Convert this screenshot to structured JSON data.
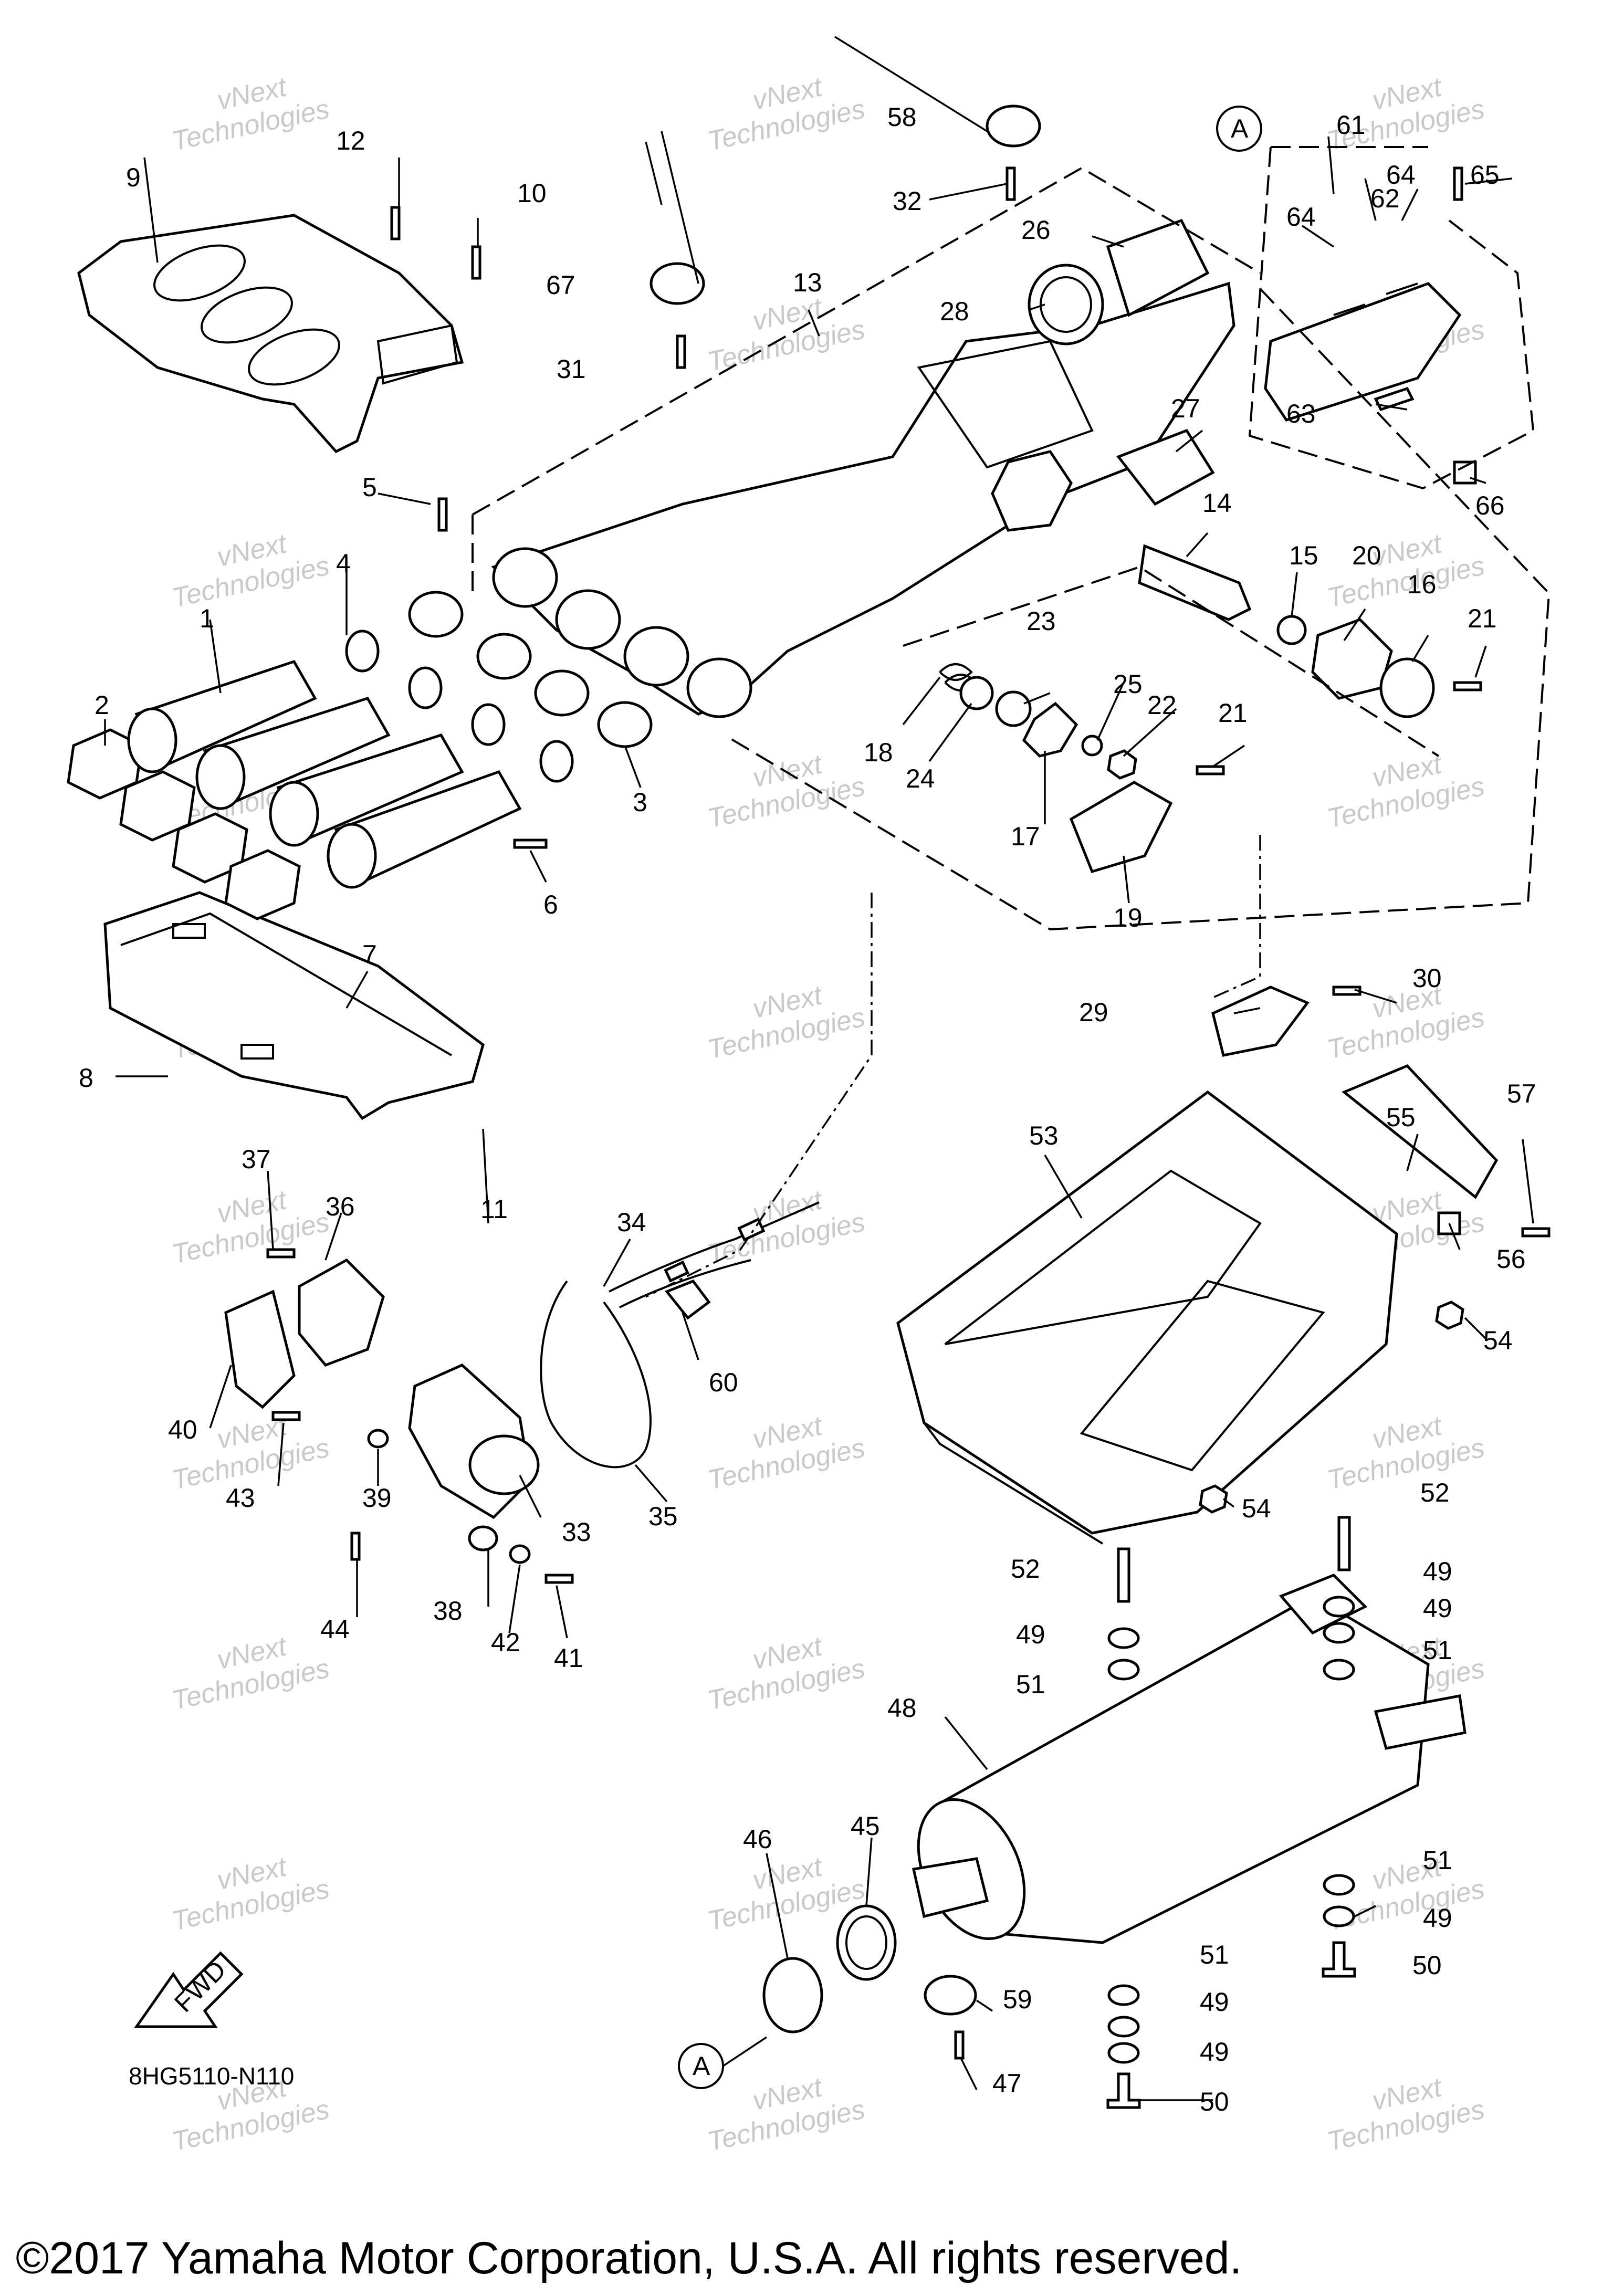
{
  "diagram": {
    "code": "8HG5110-N110",
    "copyright": "©2017 Yamaha Motor Corporation, U.S.A. All rights reserved.",
    "fwd_label": "FWD",
    "ref_marker": "A",
    "watermark": {
      "line1": "vNext",
      "line2": "Technologies"
    },
    "callouts": [
      {
        "n": "1"
      },
      {
        "n": "2"
      },
      {
        "n": "3"
      },
      {
        "n": "4"
      },
      {
        "n": "5"
      },
      {
        "n": "6"
      },
      {
        "n": "7"
      },
      {
        "n": "8"
      },
      {
        "n": "9"
      },
      {
        "n": "10"
      },
      {
        "n": "11"
      },
      {
        "n": "12"
      },
      {
        "n": "13"
      },
      {
        "n": "14"
      },
      {
        "n": "15"
      },
      {
        "n": "16"
      },
      {
        "n": "17"
      },
      {
        "n": "18"
      },
      {
        "n": "19"
      },
      {
        "n": "20"
      },
      {
        "n": "21"
      },
      {
        "n": "21"
      },
      {
        "n": "22"
      },
      {
        "n": "23"
      },
      {
        "n": "24"
      },
      {
        "n": "25"
      },
      {
        "n": "26"
      },
      {
        "n": "27"
      },
      {
        "n": "28"
      },
      {
        "n": "29"
      },
      {
        "n": "30"
      },
      {
        "n": "31"
      },
      {
        "n": "32"
      },
      {
        "n": "33"
      },
      {
        "n": "34"
      },
      {
        "n": "35"
      },
      {
        "n": "36"
      },
      {
        "n": "37"
      },
      {
        "n": "38"
      },
      {
        "n": "39"
      },
      {
        "n": "40"
      },
      {
        "n": "41"
      },
      {
        "n": "42"
      },
      {
        "n": "43"
      },
      {
        "n": "44"
      },
      {
        "n": "45"
      },
      {
        "n": "46"
      },
      {
        "n": "47"
      },
      {
        "n": "48"
      },
      {
        "n": "49"
      },
      {
        "n": "49"
      },
      {
        "n": "49"
      },
      {
        "n": "49"
      },
      {
        "n": "49"
      },
      {
        "n": "49"
      },
      {
        "n": "50"
      },
      {
        "n": "50"
      },
      {
        "n": "51"
      },
      {
        "n": "51"
      },
      {
        "n": "51"
      },
      {
        "n": "51"
      },
      {
        "n": "52"
      },
      {
        "n": "52"
      },
      {
        "n": "53"
      },
      {
        "n": "54"
      },
      {
        "n": "54"
      },
      {
        "n": "55"
      },
      {
        "n": "56"
      },
      {
        "n": "57"
      },
      {
        "n": "58"
      },
      {
        "n": "59"
      },
      {
        "n": "60"
      },
      {
        "n": "61"
      },
      {
        "n": "62"
      },
      {
        "n": "63"
      },
      {
        "n": "64"
      },
      {
        "n": "64"
      },
      {
        "n": "65"
      },
      {
        "n": "66"
      },
      {
        "n": "67"
      }
    ]
  }
}
